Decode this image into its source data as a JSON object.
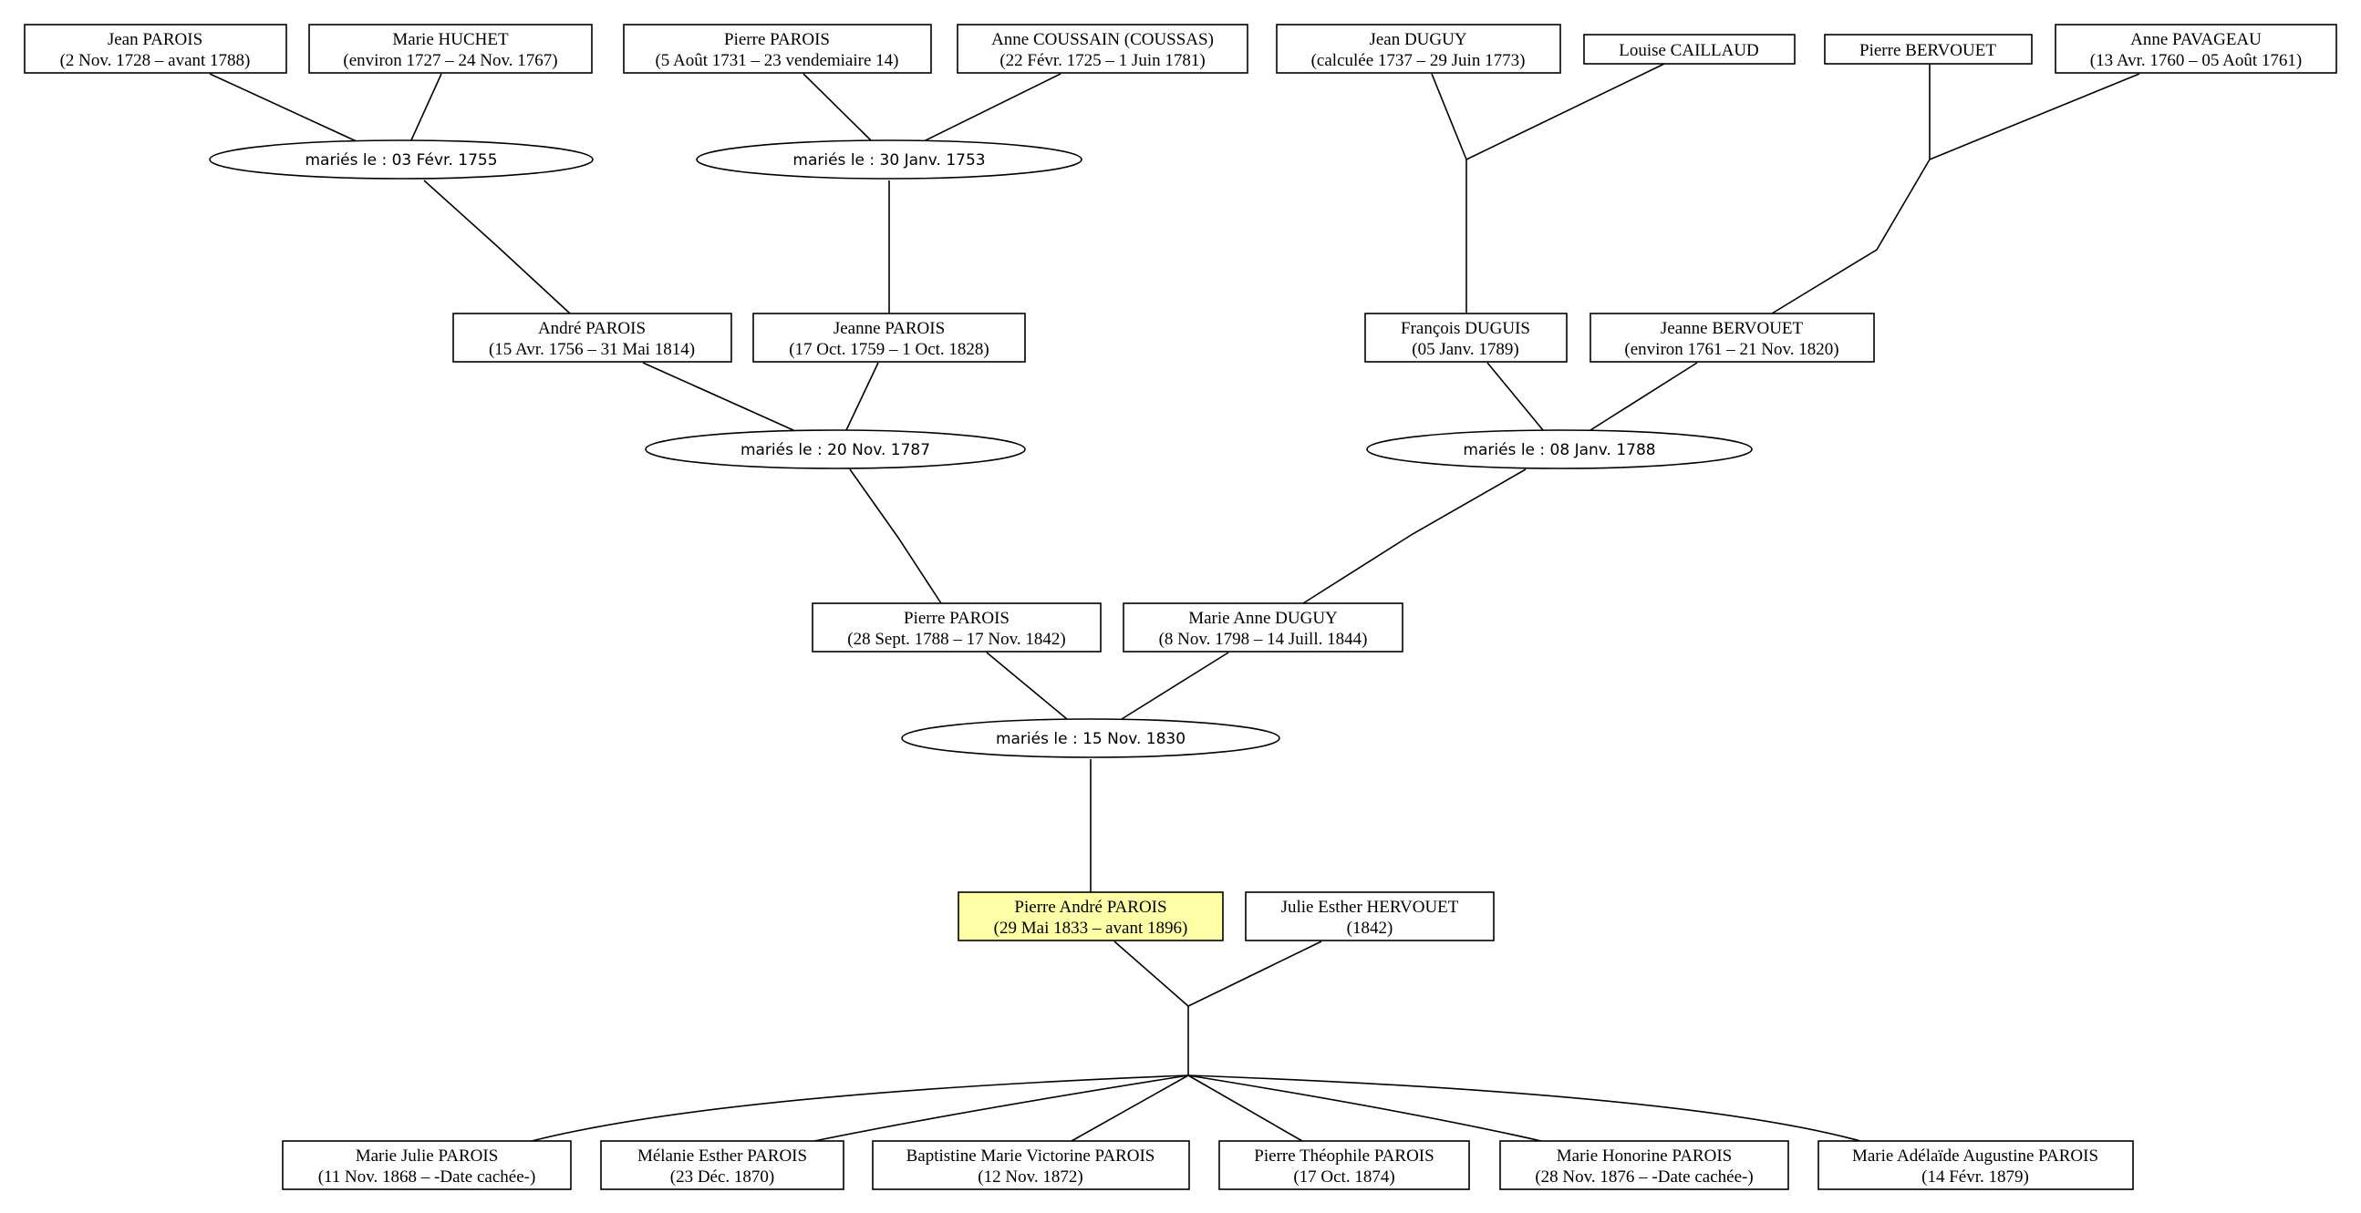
{
  "people": {
    "jean_parois": {
      "name": "Jean PAROIS",
      "dates": "(2 Nov. 1728 – avant 1788)"
    },
    "marie_huchet": {
      "name": "Marie HUCHET",
      "dates": "(environ 1727 – 24 Nov. 1767)"
    },
    "pierre_parois_1731": {
      "name": "Pierre PAROIS",
      "dates": "(5 Août 1731 – 23 vendemiaire 14)"
    },
    "anne_coussain": {
      "name": "Anne COUSSAIN (COUSSAS)",
      "dates": "(22 Févr. 1725 – 1 Juin 1781)"
    },
    "jean_duguy": {
      "name": "Jean DUGUY",
      "dates": "(calculée 1737 – 29 Juin 1773)"
    },
    "louise_caillaud": {
      "name": "Louise CAILLAUD",
      "dates": ""
    },
    "pierre_bervouet": {
      "name": "Pierre BERVOUET",
      "dates": ""
    },
    "anne_pavageau": {
      "name": "Anne PAVAGEAU",
      "dates": "(13 Avr. 1760 – 05 Août 1761)"
    },
    "andre_parois": {
      "name": "André PAROIS",
      "dates": "(15 Avr. 1756 – 31 Mai 1814)"
    },
    "jeanne_parois": {
      "name": "Jeanne PAROIS",
      "dates": "(17 Oct. 1759 – 1 Oct. 1828)"
    },
    "francois_duguis": {
      "name": "François DUGUIS",
      "dates": "(05 Janv. 1789)"
    },
    "jeanne_bervouet": {
      "name": "Jeanne BERVOUET",
      "dates": "(environ 1761 – 21 Nov. 1820)"
    },
    "pierre_parois_1788": {
      "name": "Pierre PAROIS",
      "dates": "(28 Sept. 1788 – 17 Nov. 1842)"
    },
    "marie_anne_duguy": {
      "name": "Marie Anne DUGUY",
      "dates": "(8 Nov. 1798 – 14 Juill. 1844)"
    },
    "pierre_andre_parois": {
      "name": "Pierre André PAROIS",
      "dates": "(29 Mai 1833 – avant 1896)"
    },
    "julie_esther_hervouet": {
      "name": "Julie Esther HERVOUET",
      "dates": "(1842)"
    },
    "marie_julie_parois": {
      "name": "Marie Julie PAROIS",
      "dates": "(11 Nov. 1868 – -Date cachée-)"
    },
    "melanie_esther_parois": {
      "name": "Mélanie Esther PAROIS",
      "dates": "(23 Déc. 1870)"
    },
    "baptistine_parois": {
      "name": "Baptistine Marie Victorine PAROIS",
      "dates": "(12 Nov. 1872)"
    },
    "pierre_theophile_parois": {
      "name": "Pierre Théophile PAROIS",
      "dates": "(17 Oct. 1874)"
    },
    "marie_honorine_parois": {
      "name": "Marie Honorine PAROIS",
      "dates": "(28 Nov. 1876 – -Date cachée-)"
    },
    "marie_adelaide_parois": {
      "name": "Marie Adélaïde Augustine PAROIS",
      "dates": "(14 Févr. 1879)"
    }
  },
  "marriages": {
    "m1755": "mariés le : 03 Févr. 1755",
    "m1753": "mariés le : 30 Janv. 1753",
    "m1787": "mariés le : 20 Nov. 1787",
    "m1788": "mariés le : 08 Janv. 1788",
    "m1830": "mariés le : 15 Nov. 1830"
  },
  "colors": {
    "highlight": "#ffffa8",
    "box_fill": "#ffffff",
    "stroke": "#000000"
  }
}
